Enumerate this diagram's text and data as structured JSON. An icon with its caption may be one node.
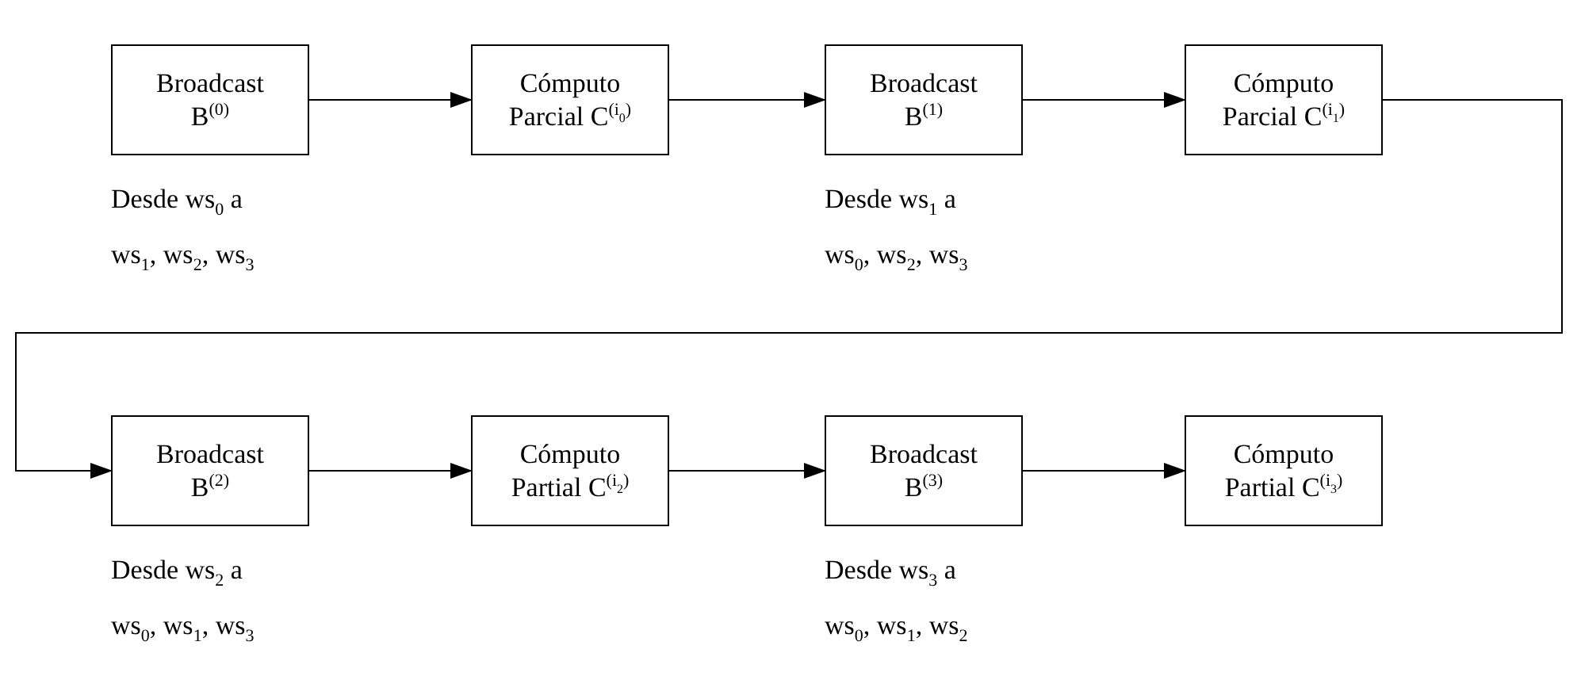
{
  "diagram": {
    "nodes": [
      {
        "text": [
          "Broadcast B$^{(0)}$"
        ],
        "beside": [
          "Desde ws$_{0}$ a ws$_{1}$, ws$_{2}$, ws$_{3}$"
        ]
      },
      {
        "text": [
          "Cómputo Parcial C$^{(i}$$_{0}$$^{)}$"
        ]
      },
      {
        "text": [
          "Broadcast B$^{(1)}$"
        ],
        "beside": [
          "Desde ws$_{1}$ a ws$_{0}$, ws$_{2}$, ws$_{3}$"
        ]
      },
      {
        "text": [
          "Cómputo Parcial C$^{(i}$$_{1}$$^{)}$"
        ]
      },
      {
        "text": [
          "Broadcast B$^{(2)}$"
        ],
        "beside": [
          "Desde ws$_{2}$ a ws$_{0}$, ws$_{1}$, ws$_{3}$"
        ]
      },
      {
        "text": [
          "Cómputo Partial C$^{(i}$$_{2}$$^{)}$"
        ]
      },
      {
        "text": [
          "Broadcast B$^{(3)}$"
        ],
        "beside": [
          "Desde ws$_{3}$ a ws$_{0}$, ws$_{1}$, ws$_{2}$"
        ]
      },
      {
        "text": [
          "Cómputo Partial C$^{(i}$$_{3}$$^{)}$"
        ]
      }
    ],
    "edges": [
      {
        "from": 0,
        "to": 1,
        "arrow": "to"
      },
      {
        "from": 1,
        "to": 2,
        "arrow": "to"
      },
      {
        "from": 2,
        "to": 3,
        "arrow": "to"
      },
      {
        "from": 3,
        "to": 4,
        "arrow": "to"
      },
      {
        "from": 4,
        "to": 5,
        "arrow": "to"
      },
      {
        "from": 5,
        "to": 6,
        "arrow": "to"
      },
      {
        "from": 6,
        "to": 7,
        "arrow": "to"
      }
    ]
  }
}
